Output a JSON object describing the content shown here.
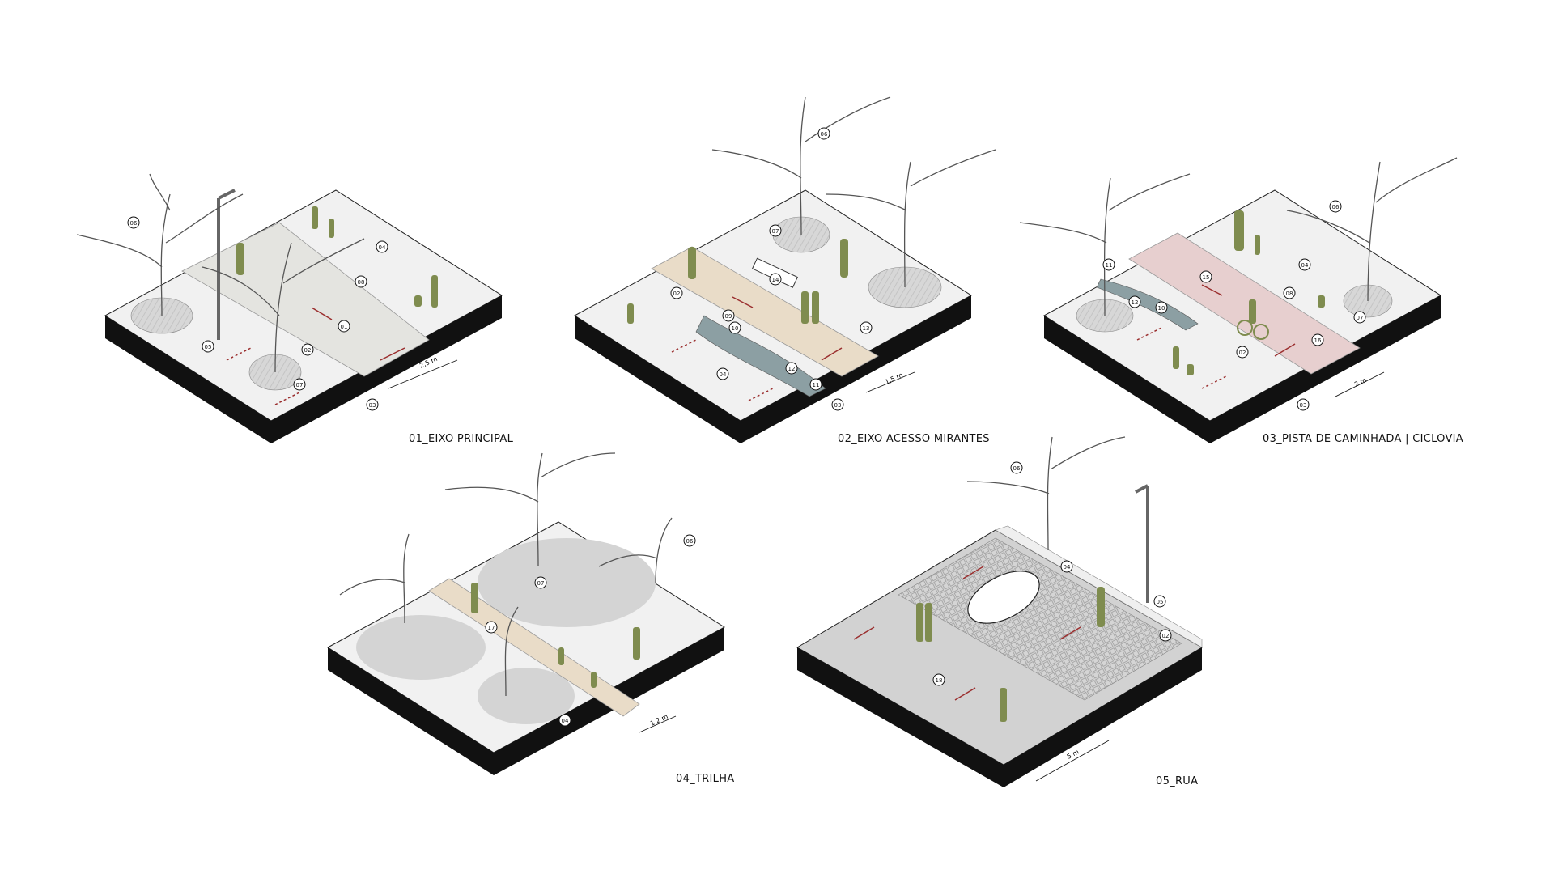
{
  "panels": [
    {
      "id": "p1",
      "caption": "01_EIXO PRINCIPAL",
      "dimension": "2,5 m",
      "markers": [
        "01",
        "02",
        "03",
        "04",
        "05",
        "06",
        "07",
        "08"
      ]
    },
    {
      "id": "p2",
      "caption": "02_EIXO ACESSO MIRANTES",
      "dimension": "1,5 m",
      "markers": [
        "02",
        "03",
        "04",
        "06",
        "07",
        "09",
        "10",
        "11",
        "12",
        "13",
        "14"
      ]
    },
    {
      "id": "p3",
      "caption": "03_PISTA DE CAMINHADA | CICLOVIA",
      "dimension": "2 m",
      "markers": [
        "02",
        "03",
        "04",
        "06",
        "07",
        "08",
        "10",
        "11",
        "12",
        "15",
        "16"
      ]
    },
    {
      "id": "p4",
      "caption": "04_TRILHA",
      "dimension": "1,2 m",
      "markers": [
        "04",
        "06",
        "07",
        "17"
      ]
    },
    {
      "id": "p5",
      "caption": "05_RUA",
      "dimension": "5 m",
      "markers": [
        "02",
        "04",
        "05",
        "06",
        "18"
      ]
    }
  ],
  "colors": {
    "slab_top": "#f2f2f2",
    "slab_side": "#111111",
    "path_stone": "#e6e6e2",
    "path_sand": "#e9dcc8",
    "path_bike": "#e7cfcf",
    "water": "#8c9fa3",
    "planting": "#d9d9d9",
    "figure": "#7f8c4f",
    "arrow": "#9b2f2f",
    "paver": "#c9c9c9",
    "road": "#d2d2d2"
  }
}
